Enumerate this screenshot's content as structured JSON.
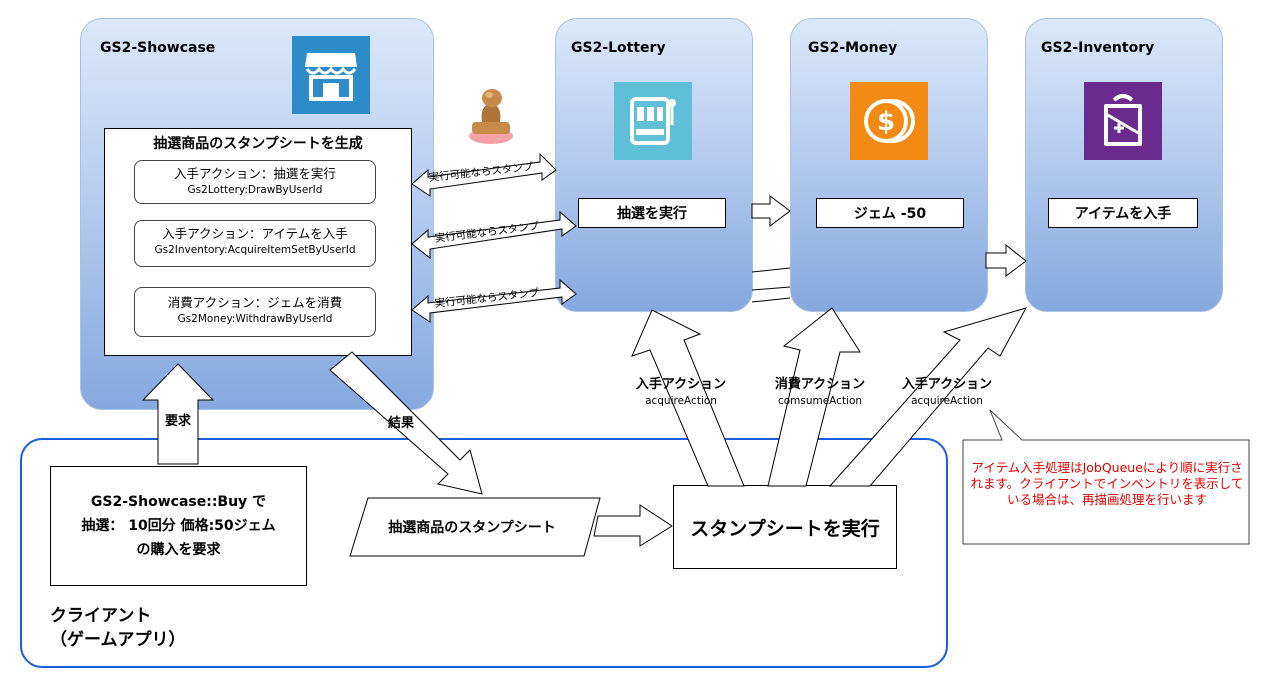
{
  "services": {
    "showcase": {
      "title": "GS2-Showcase",
      "icon": "storefront-icon",
      "color": "#2e8bc9"
    },
    "lottery": {
      "title": "GS2-Lottery",
      "icon": "slot-machine-icon",
      "color": "#5fbfd6",
      "action": "抽選を実行"
    },
    "money": {
      "title": "GS2-Money",
      "icon": "coin-icon",
      "color": "#f28a13",
      "action": "ジェム -50"
    },
    "inventory": {
      "title": "GS2-Inventory",
      "icon": "backpack-icon",
      "color": "#6a2a8e",
      "action": "アイテムを入手"
    }
  },
  "stamp_sheet_box": {
    "title": "抽選商品のスタンプシートを生成",
    "items": [
      {
        "label": "入手アクション：抽選を実行",
        "method": "Gs2Lottery:DrawByUserId"
      },
      {
        "label": "入手アクション：アイテムを入手",
        "method": "Gs2Inventory:AcquireItemSetByUserId"
      },
      {
        "label": "消費アクション：ジェムを消費",
        "method": "Gs2Money:WithdrawByUserId"
      }
    ]
  },
  "arrow_labels": {
    "stamp_if_possible": "実行可能ならスタンプ",
    "request": "要求",
    "result": "結果"
  },
  "actions": [
    {
      "label": "入手アクション",
      "sub": "acquireAction"
    },
    {
      "label": "消費アクション",
      "sub": "comsumeAction"
    },
    {
      "label": "入手アクション",
      "sub": "acquireAction"
    }
  ],
  "client": {
    "label_line1": "クライアント",
    "label_line2": "（ゲームアプリ）",
    "buy_request": {
      "line1": "GS2-Showcase::Buy で",
      "line2": "抽選： 10回分 価格:50ジェム",
      "line3": "の購入を要求"
    },
    "stamp_sheet": "抽選商品のスタンプシート",
    "execute": "スタンプシートを実行"
  },
  "note": {
    "text": "アイテム入手処理はJobQueueにより順に実行されます。クライアントでインベントリを表示している場合は、再描画処理を行います",
    "color": "#e00000"
  }
}
